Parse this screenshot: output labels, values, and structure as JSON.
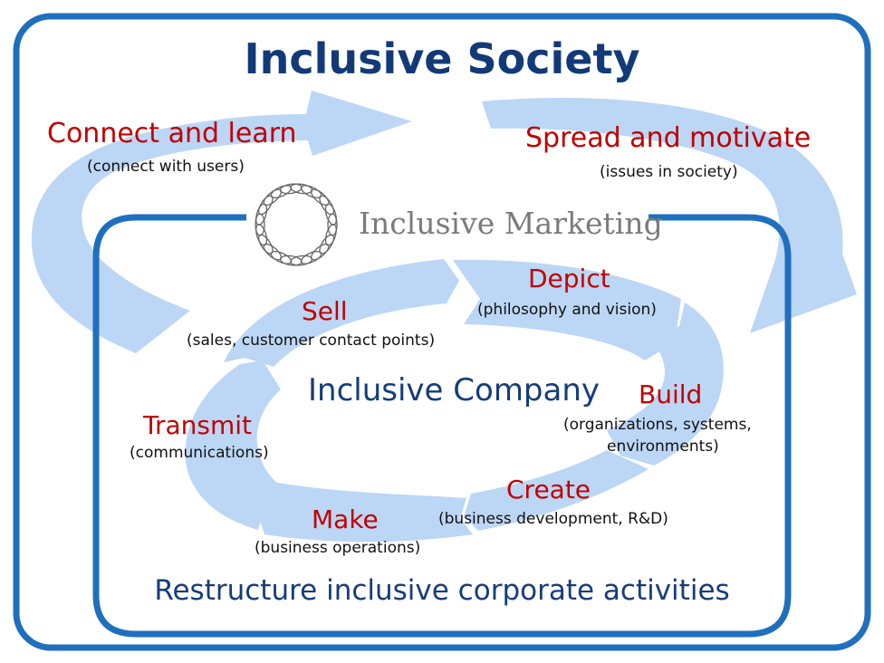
{
  "title": "Inclusive Society",
  "marketing": "Inclusive Marketing",
  "company": "Inclusive Company",
  "footer": "Restructure inclusive corporate activities",
  "outer": {
    "connect": {
      "label": "Connect and learn",
      "sub": "(connect with users)"
    },
    "spread": {
      "label": "Spread and motivate",
      "sub": "(issues in society)"
    }
  },
  "cycle": {
    "sell": {
      "label": "Sell",
      "sub": "(sales, customer contact points)"
    },
    "depict": {
      "label": "Depict",
      "sub": "(philosophy and vision)"
    },
    "build": {
      "label": "Build",
      "sub1": "(organizations, systems,",
      "sub2": "environments)"
    },
    "create": {
      "label": "Create",
      "sub": "(business development, R&D)"
    },
    "make": {
      "label": "Make",
      "sub": "(business operations)"
    },
    "transmit": {
      "label": "Transmit",
      "sub": "(communications)"
    }
  },
  "colors": {
    "frame": "#1f6fbf",
    "arrow": "#bcd6f5",
    "title": "#123a78",
    "label": "#c00000"
  }
}
